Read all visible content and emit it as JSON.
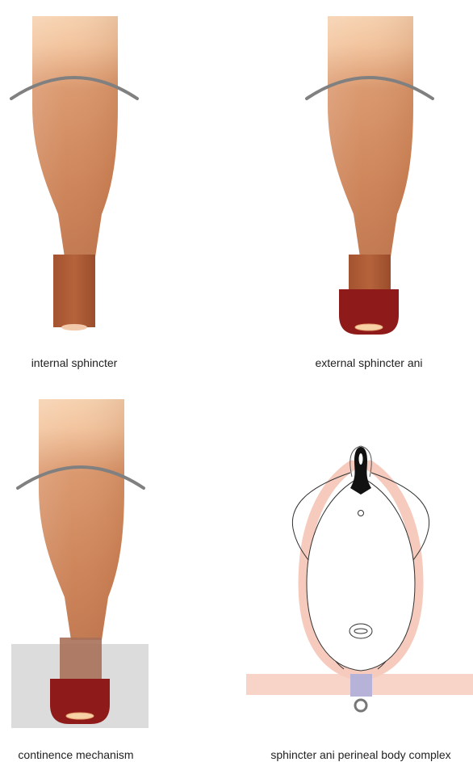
{
  "captions": {
    "internal": "internal sphincter",
    "external": "external sphincter ani",
    "continence": "continence mechanism",
    "complex": "sphincter ani perineal body complex"
  },
  "colors": {
    "tube_light": "#f4c8a2",
    "tube_mid": "#d99468",
    "tube_dark": "#b8683f",
    "internal_sphincter": "#a7572e",
    "external_sphincter": "#8e1b1a",
    "ring_gray": "#808080",
    "box_gray": "#dcdcdc",
    "pink_band": "#f7d3c8",
    "perineal_body": "#b7b2d8",
    "orifice": "#f6d2a6"
  }
}
